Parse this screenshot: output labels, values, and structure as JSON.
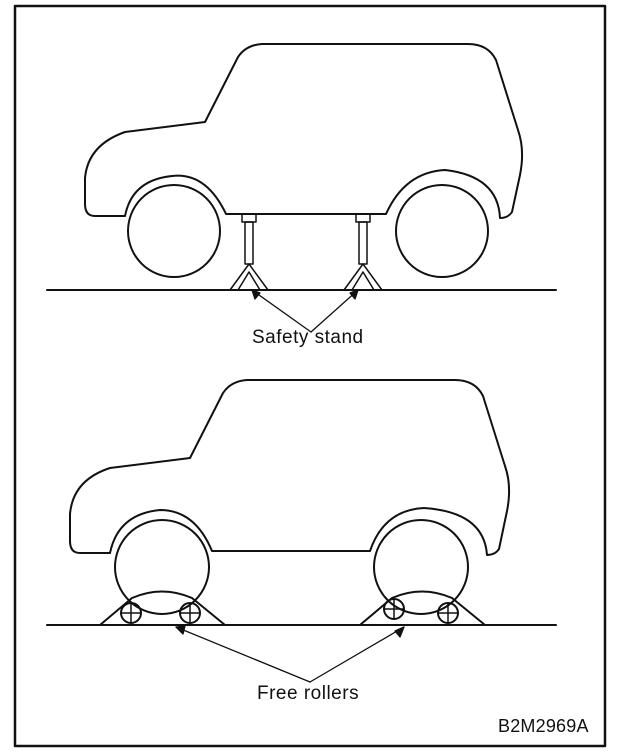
{
  "diagram": {
    "labels": {
      "safety_stand": "Safety stand",
      "free_rollers": "Free rollers",
      "figure_code": "B2M2969A"
    },
    "colors": {
      "ink": "#111111",
      "background": "#ffffff"
    }
  }
}
